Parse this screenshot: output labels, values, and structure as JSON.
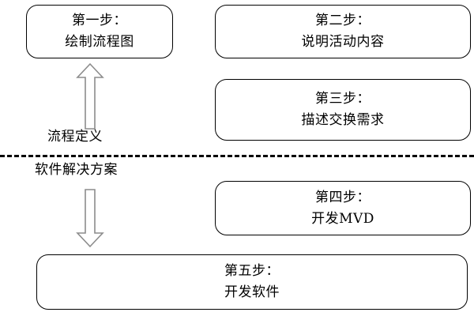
{
  "diagram": {
    "type": "flowchart",
    "boxes": [
      {
        "id": "step-1",
        "title": "第一步：",
        "detail": "绘制流程图",
        "section": "process-definition"
      },
      {
        "id": "step-2",
        "title": "第二步：",
        "detail": "说明活动内容",
        "section": "process-definition"
      },
      {
        "id": "step-3",
        "title": "第三步：",
        "detail": "描述交换需求",
        "section": "process-definition"
      },
      {
        "id": "step-4",
        "title": "第四步：",
        "detail": "开发MVD",
        "section": "software-solution"
      },
      {
        "id": "step-5",
        "title": "第五步：",
        "detail": "开发软件",
        "section": "software-solution"
      }
    ],
    "labels": {
      "process_definition": "流程定义",
      "software_solution": "软件解决方案"
    },
    "arrows": [
      {
        "id": "arrow-up",
        "direction": "up"
      },
      {
        "id": "arrow-down",
        "direction": "down"
      }
    ],
    "divider": {
      "style": "dashed"
    },
    "colors": {
      "stroke": "#000000",
      "background": "#ffffff",
      "arrow_stroke": "#808080",
      "arrow_fill": "#ffffff"
    }
  }
}
